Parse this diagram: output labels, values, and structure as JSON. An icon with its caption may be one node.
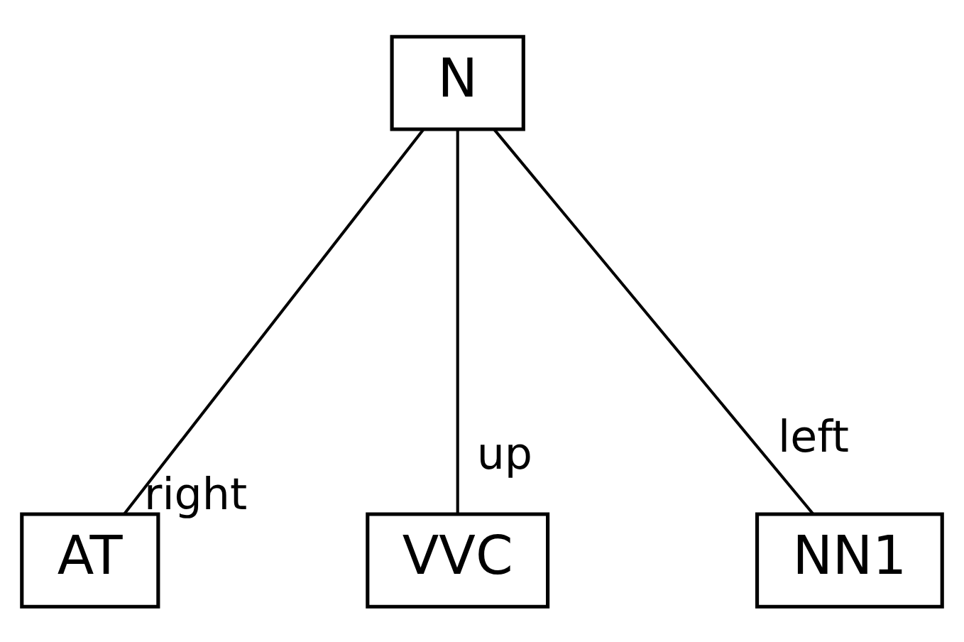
{
  "diagram": {
    "nodes": [
      {
        "text": [
          "N"
        ]
      },
      {
        "text": [
          "AT"
        ]
      },
      {
        "text": [
          "VVC"
        ]
      },
      {
        "text": [
          "NN1"
        ]
      }
    ],
    "edges": [
      {
        "from": 0,
        "to": 1,
        "arrow": "none",
        "label": "right"
      },
      {
        "from": 0,
        "to": 2,
        "arrow": "none",
        "label": "up"
      },
      {
        "from": 0,
        "to": 3,
        "arrow": "none",
        "label": "left"
      }
    ]
  }
}
